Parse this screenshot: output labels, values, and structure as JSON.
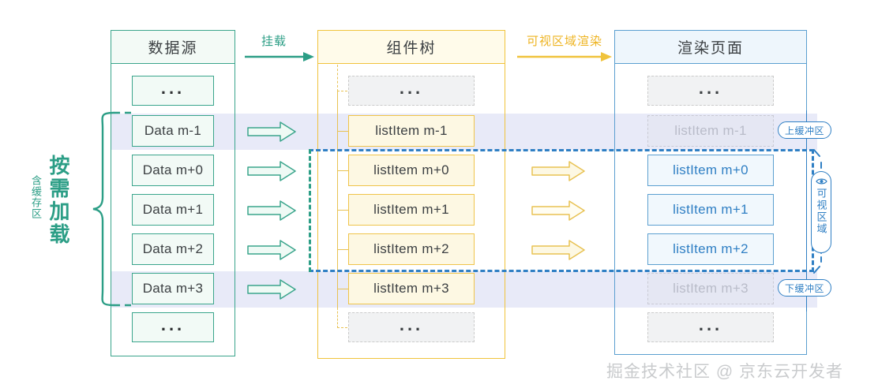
{
  "diagram": {
    "title_watermark": "掘金技术社区 @ 京东云开发者",
    "columns": [
      {
        "id": "datasource",
        "header": "数据源",
        "accent": "#3aa58c",
        "items": [
          "...",
          "Data m-1",
          "Data m+0",
          "Data m+1",
          "Data m+2",
          "Data m+3",
          "..."
        ]
      },
      {
        "id": "component-tree",
        "header": "组件树",
        "accent": "#f0c33c",
        "items": [
          "...",
          "listItem m-1",
          "listItem m+0",
          "listItem m+1",
          "listItem m+2",
          "listItem m+3",
          "..."
        ]
      },
      {
        "id": "render-page",
        "header": "渲染页面",
        "accent": "#5b9fd0",
        "items": [
          "...",
          "listItem m-1",
          "listItem m+0",
          "listItem m+1",
          "listItem m+2",
          "listItem m+3",
          "..."
        ]
      }
    ],
    "flow_arrows": [
      {
        "id": "mount",
        "label": "挂载",
        "color": "#2c9e86"
      },
      {
        "id": "viewport-render",
        "label": "可视区域渲染",
        "color": "#eeb422"
      }
    ],
    "left_annotation": {
      "main": "按需加载",
      "sub": "含缓存区",
      "color": "#2c9e86"
    },
    "right_annotations": {
      "upper_buffer": "上缓冲区",
      "lower_buffer": "下缓冲区",
      "viewport": "可视区域",
      "viewport_icon": "eye-icon",
      "color": "#2f7fc4"
    }
  }
}
